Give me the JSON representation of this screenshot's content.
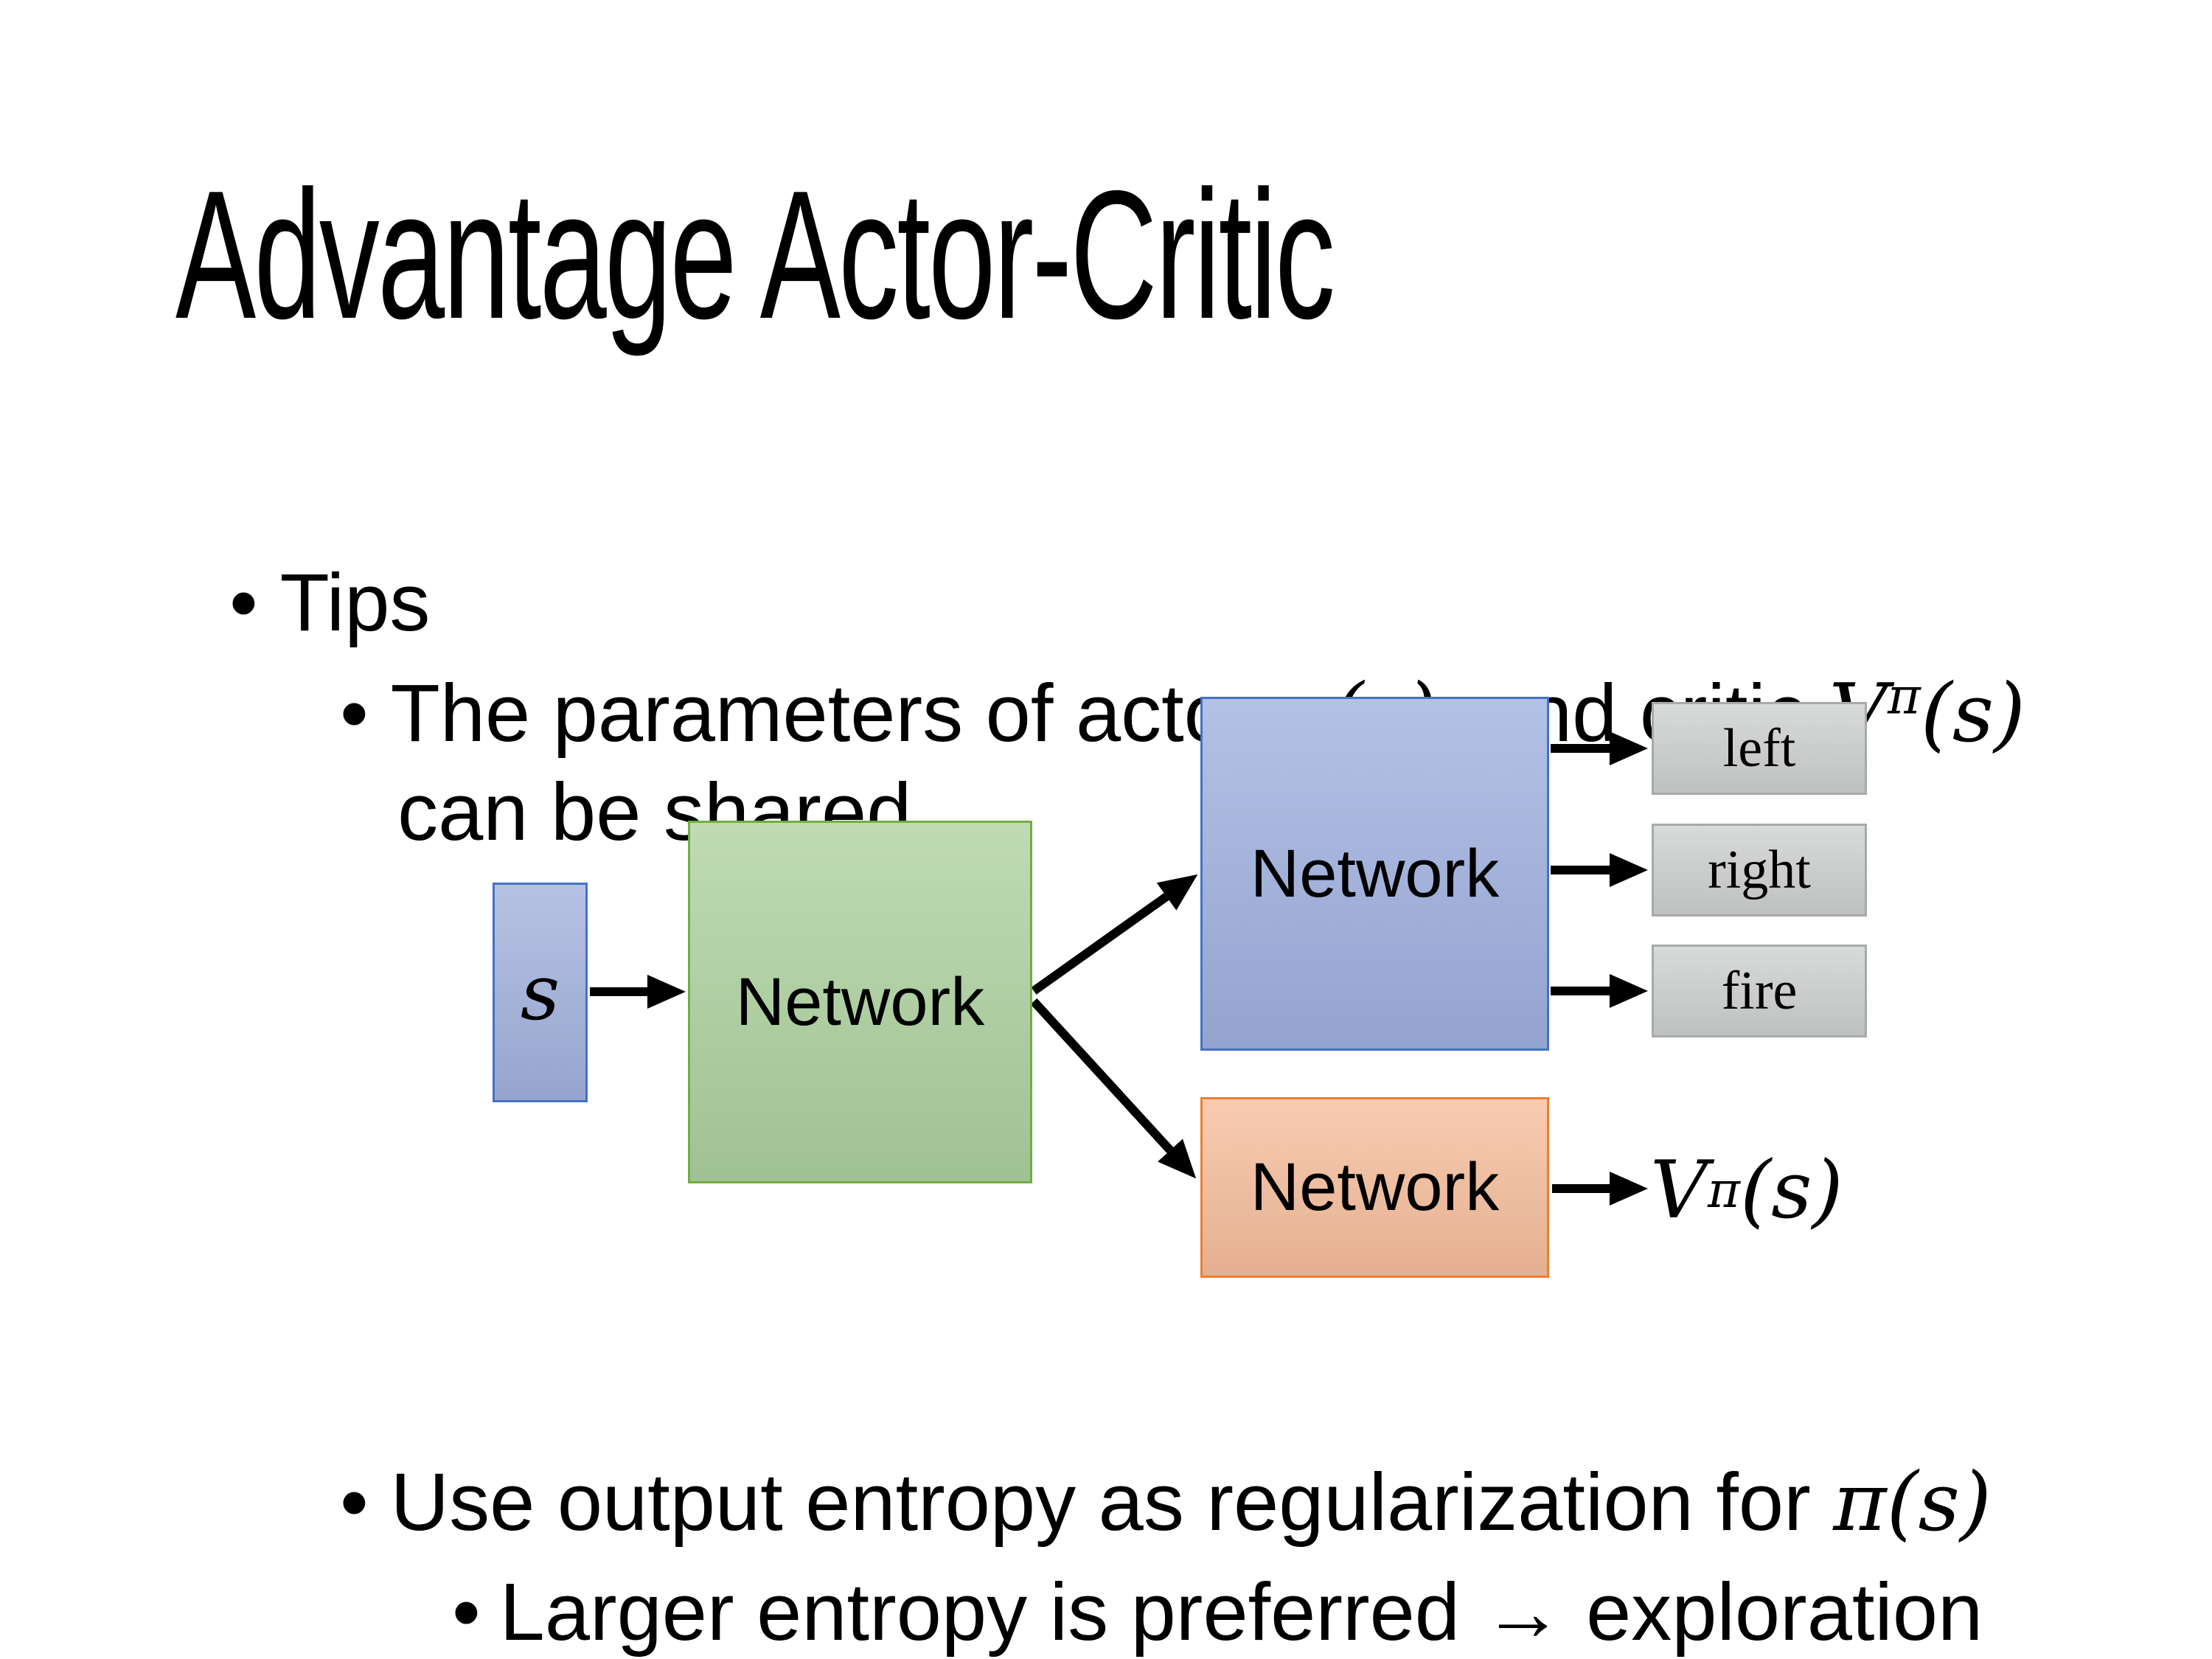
{
  "slide": {
    "title": "Advantage Actor-Critic",
    "bullet_glyph": "•",
    "bullets": {
      "tips": "Tips",
      "params_pre": "The parameters of actor ",
      "params_actor_math": "π(s)",
      "params_mid": "  and critic ",
      "params_value_base": "V",
      "params_value_sup": "π",
      "params_value_args": "(s)",
      "params_line2": "can be shared",
      "entropy_pre": "Use output entropy as regularization for ",
      "entropy_math": "π(s)",
      "larger": "Larger entropy is preferred → exploration"
    }
  },
  "diagram": {
    "state_label": "s",
    "shared_network_label": "Network",
    "actor_network_label": "Network",
    "critic_network_label": "Network",
    "actions": [
      "left",
      "right",
      "fire"
    ],
    "value_label_base": "V",
    "value_label_sup": "π",
    "value_label_args": "(s)",
    "colors": {
      "state_box_fill": "#a2b1dd",
      "state_box_border": "#4472c4",
      "shared_fill": "#acd19e",
      "shared_border": "#71ad47",
      "actor_fill": "#9fb0df",
      "actor_border": "#4472c4",
      "critic_fill": "#f6bd9b",
      "critic_border": "#ed7d31",
      "action_fill": "#cdd0ce",
      "action_border": "#a6aaa8",
      "arrow": "#000000"
    }
  }
}
